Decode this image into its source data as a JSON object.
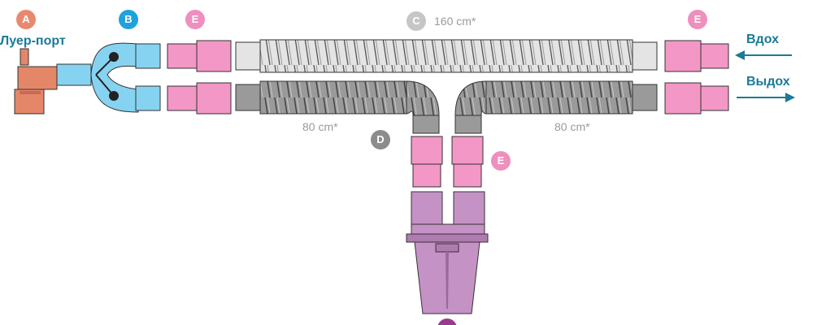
{
  "labels": {
    "A": {
      "letter": "A",
      "color": "#e8896f"
    },
    "B": {
      "letter": "B",
      "color": "#1fa1dc"
    },
    "C": {
      "letter": "C",
      "color": "#c6c6c6"
    },
    "D": {
      "letter": "D",
      "color": "#8c8c8c"
    },
    "E": {
      "letter": "E",
      "color": "#ef8fbd"
    },
    "F": {
      "color": "#9b3b8f"
    }
  },
  "texts": {
    "port": "Луер-порт",
    "inspiratory_length": "160 cm*",
    "expiratory_left_length": "80 cm*",
    "expiratory_right_length": "80 cm*",
    "inhale": "Вдох",
    "exhale": "Выдох"
  },
  "colors": {
    "luer_port": "#e48769",
    "y_piece": "#86d3f1",
    "connector_pink": "#f397c6",
    "tube_light": "#dcdcdc",
    "tube_dark": "#8d8d8d",
    "water_trap": "#c592c6",
    "arrow": "#1a7a98"
  }
}
